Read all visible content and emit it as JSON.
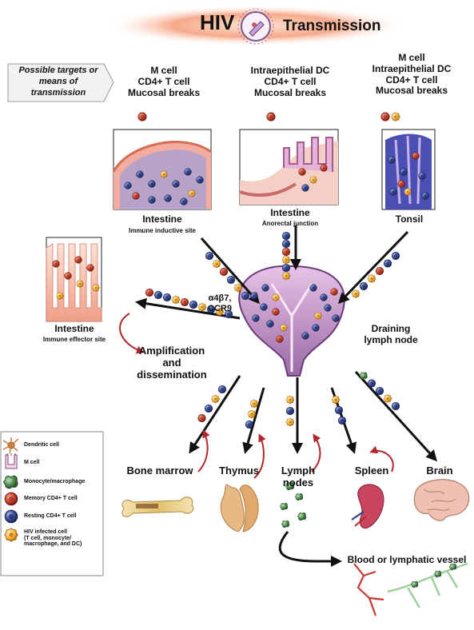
{
  "header": {
    "title_left": "HIV",
    "title_right": "Transmission"
  },
  "targets_box": {
    "text": "Possible targets or means of transmission"
  },
  "sites": [
    {
      "targets": [
        "M cell",
        "CD4+ T cell",
        "Mucosal breaks"
      ],
      "name": "Intestine",
      "subtitle": "Immune inductive site"
    },
    {
      "targets": [
        "Intraepithelial DC",
        "CD4+ T cell",
        "Mucosal breaks"
      ],
      "name": "Intestine",
      "subtitle": "Anorectal junction"
    },
    {
      "targets": [
        "M cell",
        "Intraepithelial DC",
        "CD4+ T cell",
        "Mucosal breaks"
      ],
      "name": "Tonsil",
      "subtitle": ""
    }
  ],
  "effector": {
    "name": "Intestine",
    "subtitle": "Immune effector site",
    "homing": [
      "α4β7,",
      "CCR9"
    ]
  },
  "amplification": [
    "Amplification",
    "and",
    "dissemination"
  ],
  "node": [
    "Draining",
    "lymph node"
  ],
  "organs": {
    "bone_marrow": "Bone marrow",
    "thymus": "Thymus",
    "lymph_nodes": [
      "Lymph",
      "nodes"
    ],
    "spleen": "Spleen",
    "brain": "Brain"
  },
  "vessel": "Blood or lymphatic vessel",
  "legend": [
    {
      "icon": "dendritic-cell-icon",
      "lines": [
        "Dendritic cell"
      ]
    },
    {
      "icon": "m-cell-icon",
      "lines": [
        "M cell"
      ]
    },
    {
      "icon": "monocyte-icon",
      "lines": [
        "Monocyte/macrophage"
      ]
    },
    {
      "icon": "memory-t-cell-icon",
      "lines": [
        "Memory CD4+ T cell"
      ]
    },
    {
      "icon": "resting-t-cell-icon",
      "lines": [
        "Resting CD4+ T cell"
      ]
    },
    {
      "icon": "infected-cell-icon",
      "lines": [
        "HIV infected cell",
        "(T cell, monocyte/",
        "macrophage, and DC)"
      ]
    }
  ],
  "colors": {
    "memory_cell": "#c8432b",
    "resting_cell": "#3a4f9a",
    "infected_cell": "#f2b23a",
    "monocyte": "#4f8b4f",
    "tissue_pink": "#f4c3b1",
    "node_purple": "#b78cc0",
    "arrow_red": "#b3262b"
  }
}
